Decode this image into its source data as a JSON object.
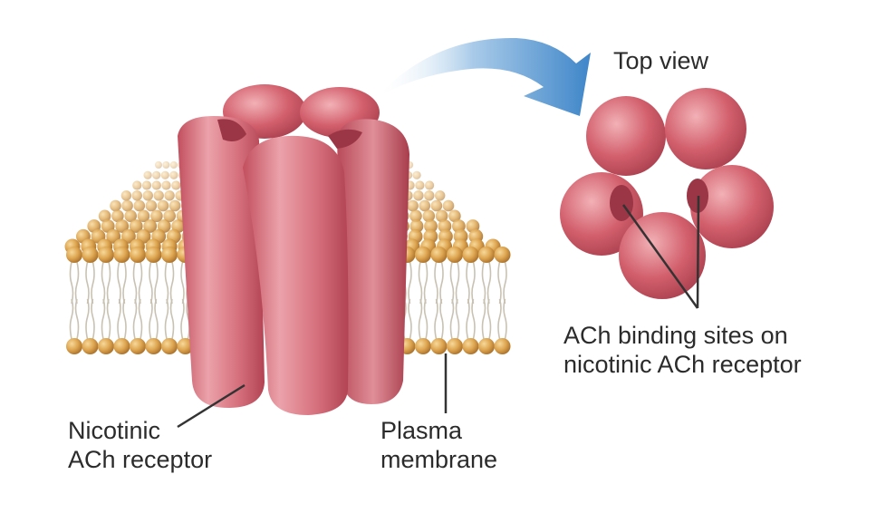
{
  "labels": {
    "top_view": "Top view",
    "receptor": [
      "Nicotinic",
      "ACh receptor"
    ],
    "membrane": [
      "Plasma",
      "membrane"
    ],
    "binding_sites": [
      "ACh binding sites on",
      "nicotinic ACh receptor"
    ]
  },
  "colors": {
    "subunit": "#d25f6c",
    "subunit_light": "#f2b1b6",
    "subunit_dark": "#9a3645",
    "lipid_head": "#d9a24c",
    "lipid_head_light": "#f7d89a",
    "lipid_tail": "#c9c2b3",
    "arrow": "#4f93d0",
    "text": "#2b2b2b",
    "leader_line": "#333333"
  }
}
